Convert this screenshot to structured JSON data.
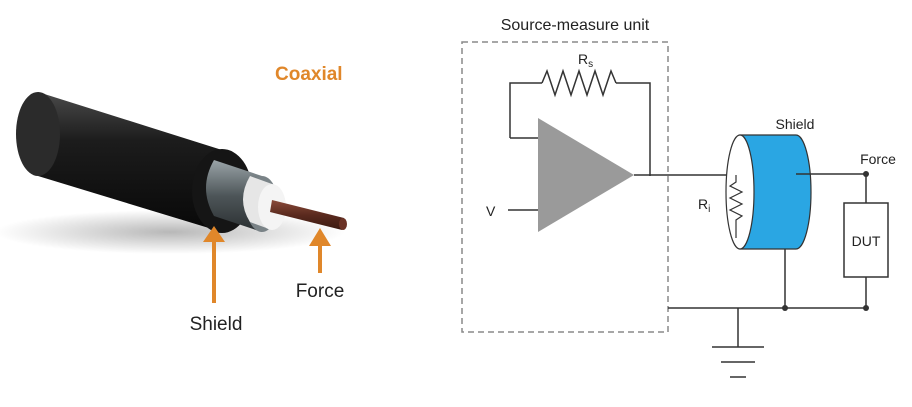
{
  "cable": {
    "title": "Coaxial",
    "shield_label": "Shield",
    "force_label": "Force"
  },
  "circuit": {
    "smu_label": "Source-measure unit",
    "rs_main": "R",
    "rs_sub": "s",
    "ri_main": "R",
    "ri_sub": "i",
    "v_label": "V",
    "shield_label": "Shield",
    "force_label": "Force",
    "dut_label": "DUT"
  },
  "colors": {
    "accent_orange": "#E0872A",
    "shield_blue": "#2AA6E3",
    "amp_gray": "#9A9A9A",
    "wire": "#333333"
  }
}
